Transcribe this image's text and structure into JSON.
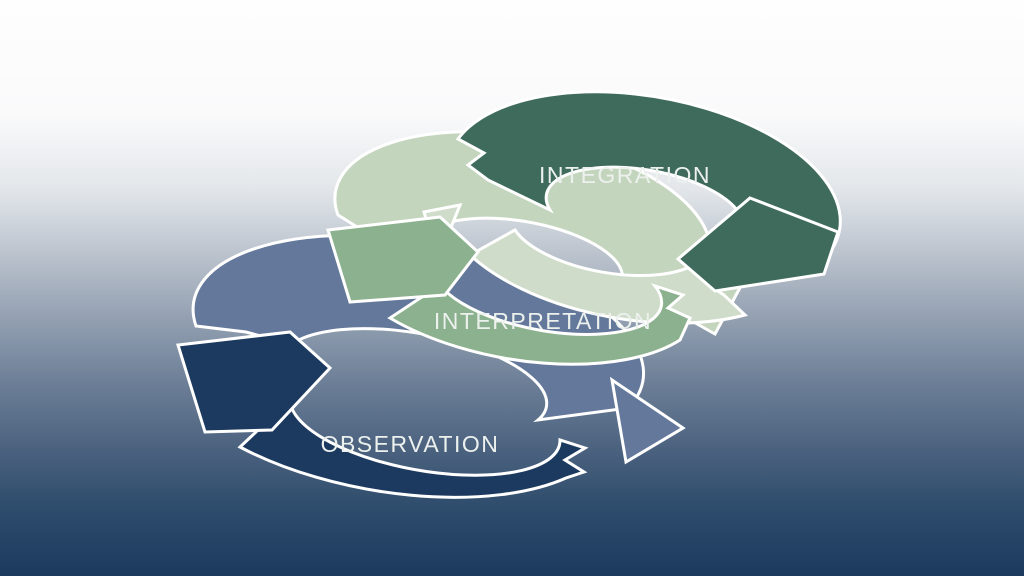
{
  "diagram": {
    "type": "cycle-arrows",
    "labels": {
      "integration": "INTEGRATION",
      "interpretation": "INTERPRETATION",
      "observation": "OBSERVATION"
    },
    "colors": {
      "integration_dark": "#3E6B5C",
      "integration_light": "#CFDCCA",
      "interpretation_dark": "#8CB18E",
      "interpretation_light": "#C4D5BE",
      "observation_dark": "#1C3A60",
      "observation_light": "#63789A",
      "outline": "#FFFFFF",
      "label_text": "#ECF1EE"
    },
    "background": {
      "stops": [
        "#FEFEFE",
        "#FAFAFB",
        "#E2E6EA",
        "#B8C0CB",
        "#94A1B2",
        "#6E8098",
        "#4B627F",
        "#2E4C6C",
        "#1B3A5E"
      ]
    }
  }
}
